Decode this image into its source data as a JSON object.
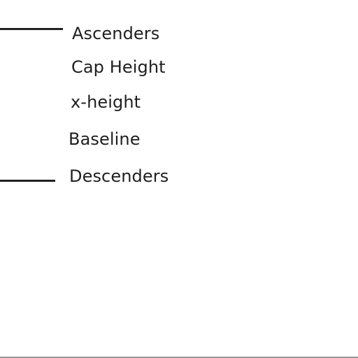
{
  "diagram": {
    "labels": {
      "ascenders": "Ascenders",
      "cap_height": "Cap Height",
      "x_height": "x-height",
      "baseline": "Baseline",
      "descenders": "Descenders"
    },
    "colors": {
      "text": "#1f1f1f",
      "rule": "#222222",
      "background": "#ffffff",
      "bottom_border": "#9a9a9a"
    }
  }
}
